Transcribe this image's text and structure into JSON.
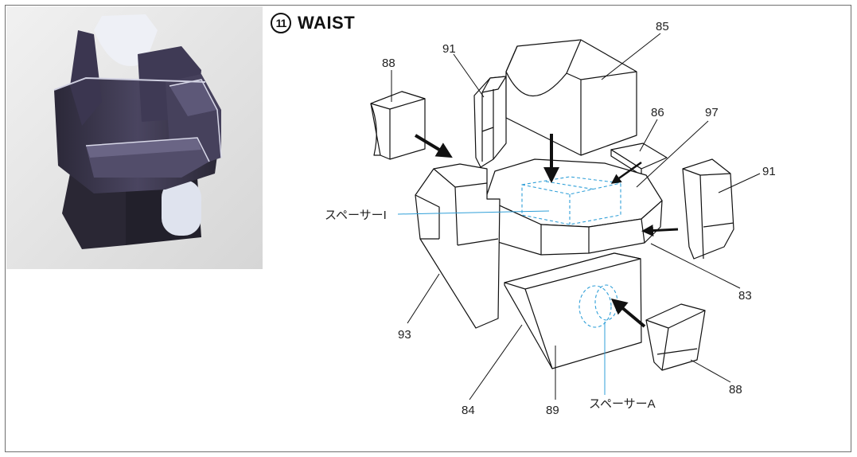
{
  "title": {
    "step_number": "11",
    "text": "WAIST"
  },
  "parts": {
    "p85": "85",
    "p91_left": "91",
    "p88_left": "88",
    "p86": "86",
    "p97": "97",
    "p91_right": "91",
    "p83": "83",
    "p93": "93",
    "p84": "84",
    "p89": "89",
    "p88_right": "88"
  },
  "spacers": {
    "spacer_i": "スペーサーI",
    "spacer_a": "スペーサーA"
  },
  "colors": {
    "line": "#111111",
    "spacer": "#2f9fd8",
    "photo_model": "#3a3547",
    "photo_bg": "#e4e4e4"
  }
}
